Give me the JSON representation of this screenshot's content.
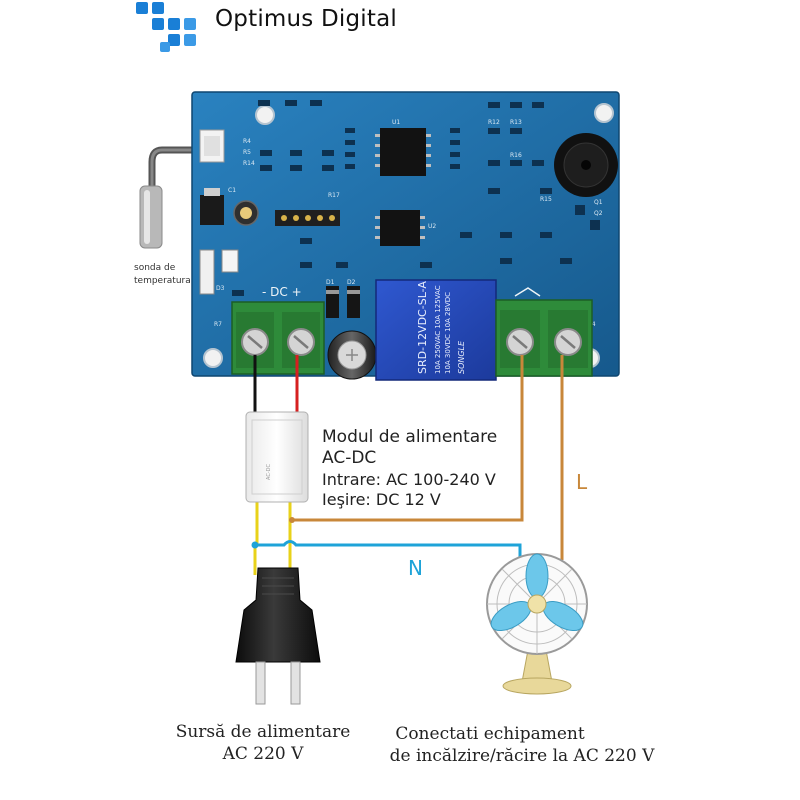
{
  "brand": {
    "name": "Optimus Digital"
  },
  "probe": {
    "label_line1": "sonda de",
    "label_line2": "temperatura"
  },
  "board": {
    "dc_label": "- DC +",
    "relay_line1": "SRD-12VDC-SL-A",
    "relay_line2": "10A 250VAC 10A 125VAC",
    "relay_line3": "10A 30VDC 10A 28VDC",
    "relay_brand": "SONGLE",
    "chip_labels": [
      "R4",
      "R5",
      "C1",
      "U1",
      "U2",
      "R12",
      "R13",
      "R14",
      "R15",
      "R16",
      "R17",
      "D1",
      "D2",
      "D3",
      "Q1",
      "Q2",
      "R7",
      "J4"
    ]
  },
  "power_module": {
    "title_line1": "Modul de alimentare",
    "title_line2": "AC-DC",
    "input": "Intrare: AC 100-240 V",
    "output": "Ieşire: DC 12 V"
  },
  "wires": {
    "live": "L",
    "neutral": "N"
  },
  "captions": {
    "source_line1": "Sursă de alimentare",
    "source_line2": "AC 220 V",
    "equipment_line1": "Conectati echipament",
    "equipment_line2": "de incălzire/răcire la AC 220 V"
  },
  "colors": {
    "pcb": "#1f6fa8",
    "terminal": "#2e8b3a",
    "relay": "#2448b8",
    "wire_red": "#d62020",
    "wire_black": "#111111",
    "wire_live": "#c8873a",
    "wire_neutral": "#1ea3d8",
    "wire_yellow": "#e8d21a",
    "fan_blade": "#6cc7ea",
    "fan_base": "#e8d89a",
    "brand_blue": "#1a7fd6"
  },
  "icons": [
    "optimus-logo-icon",
    "temperature-probe-icon",
    "buzzer-icon",
    "capacitor-icon",
    "relay-icon",
    "screw-terminal-icon",
    "power-module-icon",
    "power-plug-icon",
    "fan-icon"
  ]
}
